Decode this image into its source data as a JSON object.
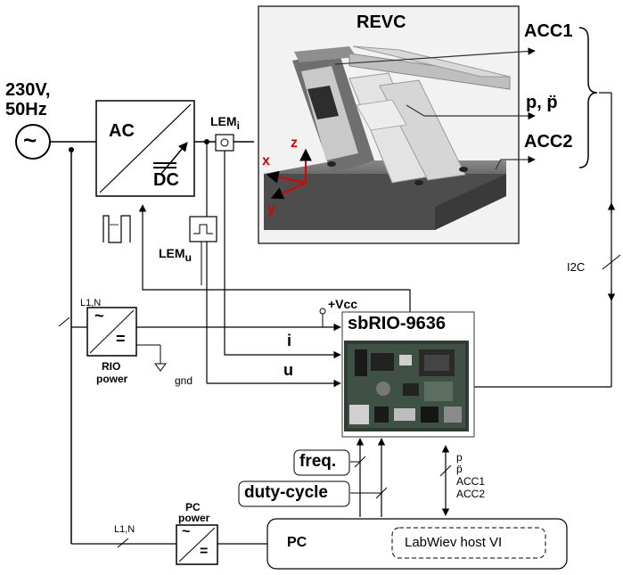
{
  "source": {
    "voltage": "230V,",
    "frequency": "50Hz",
    "symbol": "~"
  },
  "converter": {
    "ac_label": "AC",
    "dc_label": "DC"
  },
  "sensors": {
    "current_prefix": "LEM",
    "current_sub": "i",
    "voltage_prefix": "LEM",
    "voltage_sub": "u"
  },
  "revc": {
    "title": "REVC",
    "acc1": "ACC1",
    "pos": "p, p̈",
    "acc2": "ACC2",
    "axis_z": "z",
    "axis_x": "x",
    "axis_y": "y"
  },
  "bus": {
    "i2c": "I2C",
    "line_top": "L1,N",
    "line_bottom": "L1,N"
  },
  "rio_power": {
    "label1": "RIO",
    "label2": "power",
    "gnd": "gnd",
    "vcc": "+Vcc"
  },
  "controller": {
    "name": "sbRIO-9636",
    "sig_i": "i",
    "sig_u": "u"
  },
  "host": {
    "freq": "freq.",
    "duty": "duty-cycle",
    "pc": "PC",
    "pc_power1": "PC",
    "pc_power2": "power",
    "vi": "LabWiev host VI"
  },
  "signals": [
    "p",
    "p̈",
    "ACC1",
    "ACC2"
  ]
}
